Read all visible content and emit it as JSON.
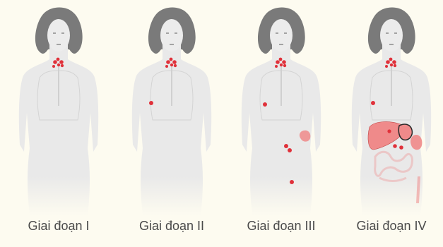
{
  "figure": {
    "background": "#fdfbf0",
    "body_color": "#e9e9e9",
    "hair_color": "#7a7a7a",
    "marker_color": "#e0313a",
    "organ_color": "#ef8a8a",
    "stages": [
      {
        "label": "Giai đoạn I"
      },
      {
        "label": "Giai đoạn II"
      },
      {
        "label": "Giai đoạn III"
      },
      {
        "label": "Giai đoạn IV"
      }
    ]
  }
}
